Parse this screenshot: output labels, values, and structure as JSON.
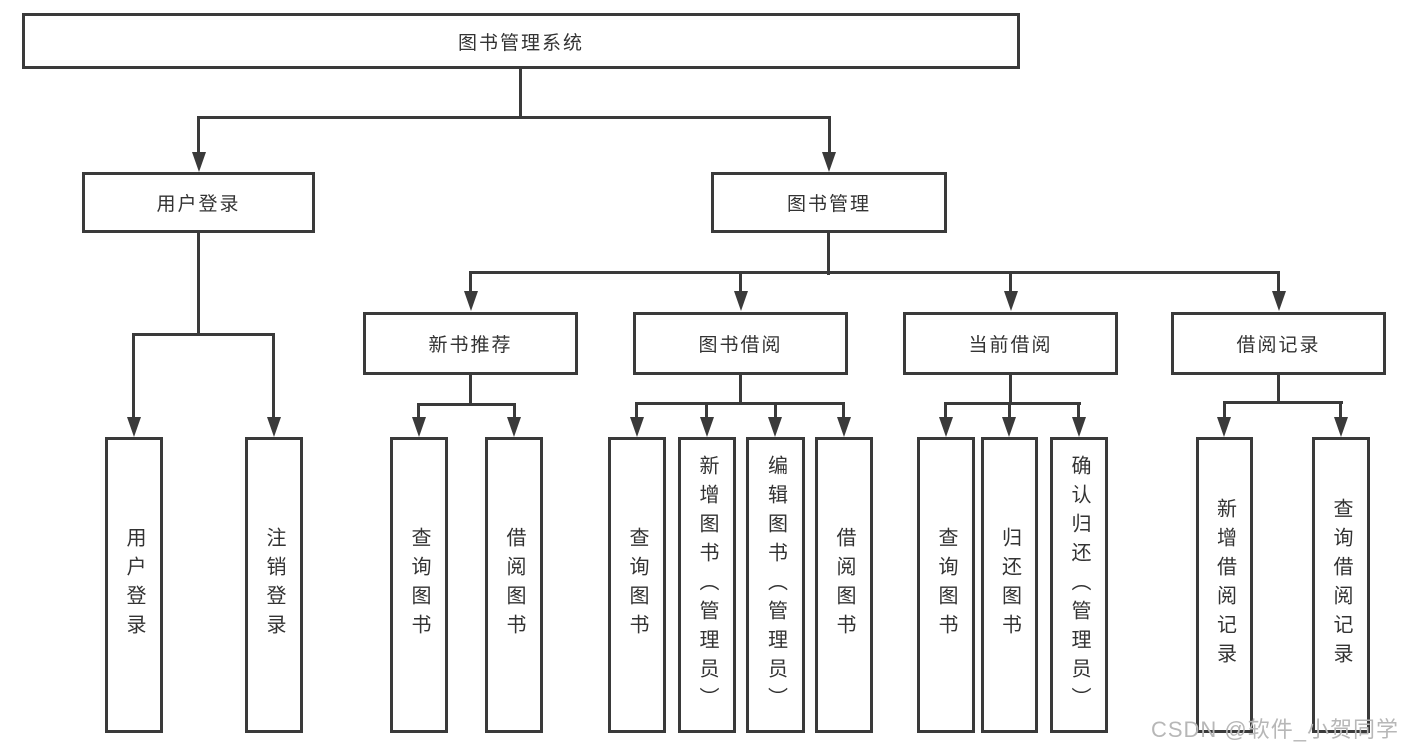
{
  "tree": {
    "label": "图书管理系统",
    "children": [
      {
        "label": "用户登录",
        "children": [
          {
            "label": "用户登录"
          },
          {
            "label": "注销登录"
          }
        ]
      },
      {
        "label": "图书管理",
        "children": [
          {
            "label": "新书推荐",
            "children": [
              {
                "label": "查询图书"
              },
              {
                "label": "借阅图书"
              }
            ]
          },
          {
            "label": "图书借阅",
            "children": [
              {
                "label": "查询图书"
              },
              {
                "label": "新增图书（管理员）"
              },
              {
                "label": "编辑图书（管理员）"
              },
              {
                "label": "借阅图书"
              }
            ]
          },
          {
            "label": "当前借阅",
            "children": [
              {
                "label": "查询图书"
              },
              {
                "label": "归还图书"
              },
              {
                "label": "确认归还（管理员）"
              }
            ]
          },
          {
            "label": "借阅记录",
            "children": [
              {
                "label": "新增借阅记录"
              },
              {
                "label": "查询借阅记录"
              }
            ]
          }
        ]
      }
    ]
  },
  "watermark": {
    "text": "CSDN @软件_小贺同学"
  },
  "colors": {
    "line": "#3a3a3a",
    "text": "#333333",
    "watermark": "#b7b7b7",
    "bg": "#ffffff"
  }
}
